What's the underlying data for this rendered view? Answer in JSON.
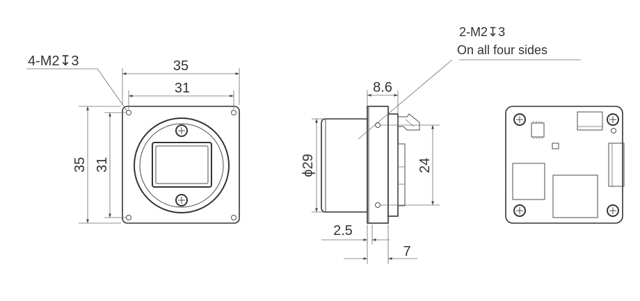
{
  "front_view": {
    "callout": "4-M2↧3",
    "width_outer": "35",
    "width_inner": "31",
    "height_outer": "35",
    "height_inner": "31"
  },
  "side_view": {
    "callout_line1": "2-M2↧3",
    "callout_line2": "On all four sides",
    "flange_thickness": "8.6",
    "lens_diameter": "ϕ29",
    "hole_spacing": "24",
    "dim_bottom_left": "2.5",
    "dim_bottom_right": "7"
  }
}
